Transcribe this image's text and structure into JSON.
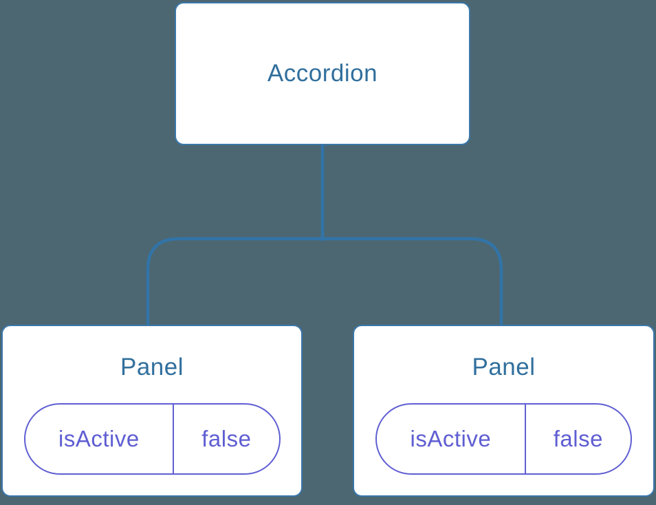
{
  "diagram": {
    "type": "component-tree",
    "root": {
      "label": "Accordion"
    },
    "panels": [
      {
        "title": "Panel",
        "state_key": "isActive",
        "state_value": "false"
      },
      {
        "title": "Panel",
        "state_key": "isActive",
        "state_value": "false"
      }
    ],
    "colors": {
      "background": "#4c6772",
      "node_fill": "#ffffff",
      "node_border": "#3a77a9",
      "connector_line": "#3174a8",
      "node_text": "#316f9d",
      "state_border": "#5f5ed2",
      "state_text": "#5f5ed2"
    }
  }
}
